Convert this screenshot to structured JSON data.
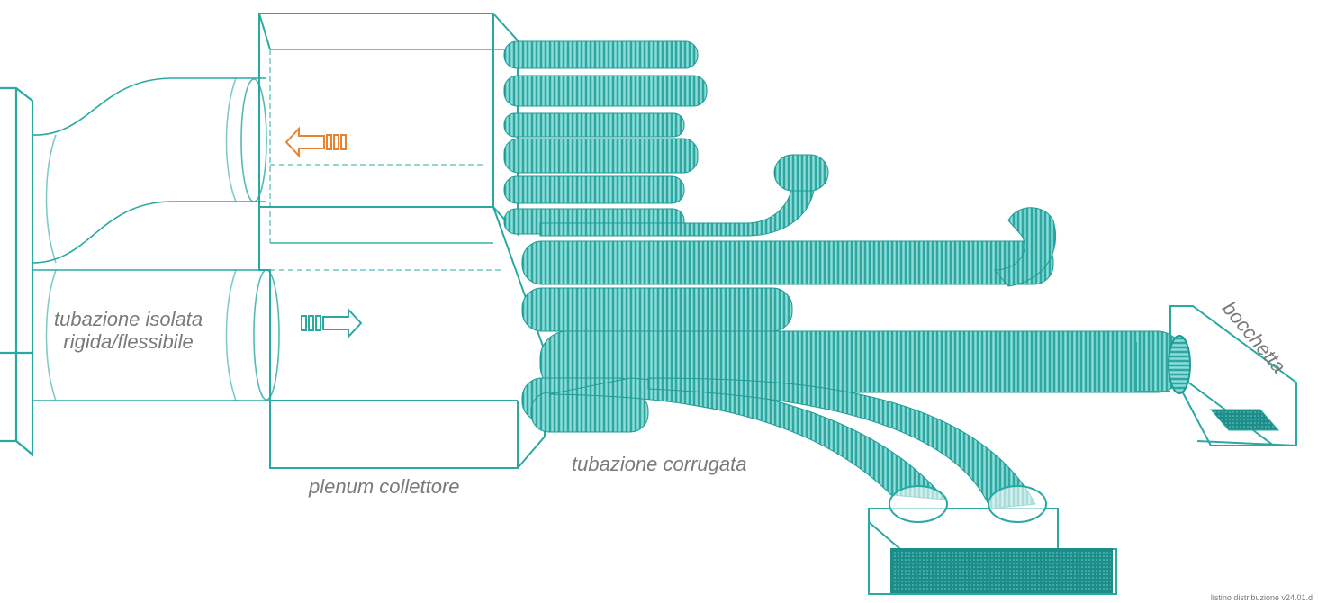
{
  "labels": {
    "insulated_line1": "tubazione isolata",
    "insulated_line2": "rigida/flessibile",
    "plenum": "plenum collettore",
    "corrugated": "tubazione corrugata",
    "outlet": "bocchetta"
  },
  "footer_code": "listino distribuzione v24.01.d",
  "colors": {
    "duct": "#2aa9a3",
    "duct_fill": "#49c2bc",
    "exhaust_arrow": "#e8822e",
    "supply_arrow": "#2aa9a3",
    "label_text": "#7a7a7a"
  },
  "arrows": {
    "exhaust_icon": "left-arrow-icon",
    "supply_icon": "right-arrow-icon"
  }
}
